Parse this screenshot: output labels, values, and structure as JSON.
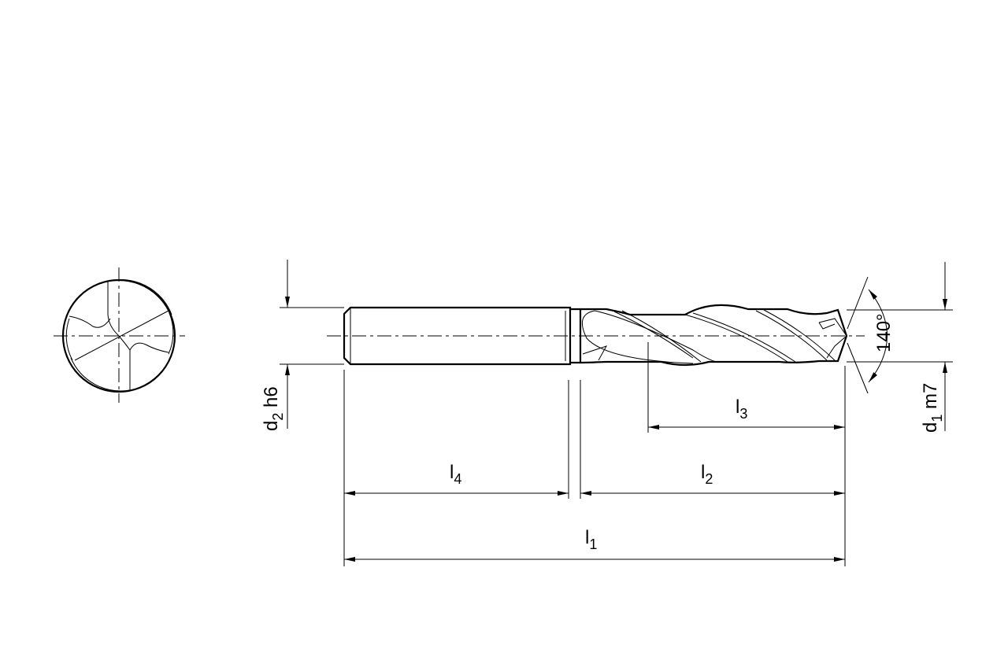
{
  "title": "Solid carbide drill dimension drawing",
  "labels": {
    "d2": {
      "main": "d",
      "sub": "2",
      "tol": " h6"
    },
    "d1": {
      "main": "d",
      "sub": "1",
      "tol": " m7"
    },
    "l1": {
      "main": "l",
      "sub": "1"
    },
    "l2": {
      "main": "l",
      "sub": "2"
    },
    "l3": {
      "main": "l",
      "sub": "3"
    },
    "l4": {
      "main": "l",
      "sub": "4"
    },
    "angle": "140°"
  },
  "colors": {
    "line": "#000000",
    "background": "#ffffff"
  }
}
